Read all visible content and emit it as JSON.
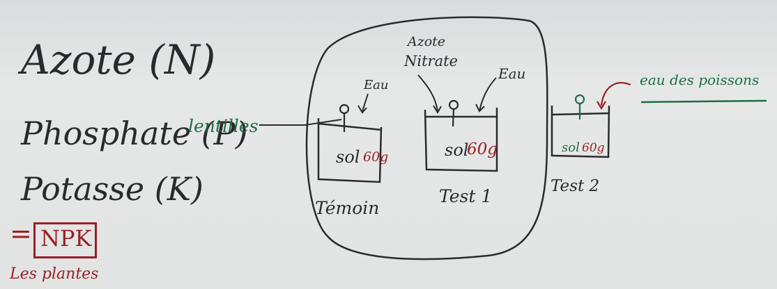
{
  "left_list": {
    "line1": "Azote (N)",
    "line2": "Phosphate (P)",
    "line3": "Potasse (K)",
    "equals": "=",
    "npk": "NPK",
    "plants": "Les plantes"
  },
  "setup": {
    "lentilles": "lentilles",
    "eau1": "Eau",
    "eau2": "Eau",
    "azote": "Azote",
    "nitrate": "Nitrate",
    "eau_poissons": "eau des poissons",
    "pot1_sol": "sol",
    "pot1_mass": "60g",
    "pot2_sol": "sol",
    "pot2_mass": "60g",
    "pot3_sol": "sol",
    "pot3_mass": "60g",
    "label_temoin": "Témoin",
    "label_test1": "Test 1",
    "label_test2": "Test 2"
  },
  "colors": {
    "ink_dark": "#2a2a2d",
    "ink_red": "#9a1f23",
    "ink_green": "#1f6d43",
    "board": "#e3e5e5"
  }
}
